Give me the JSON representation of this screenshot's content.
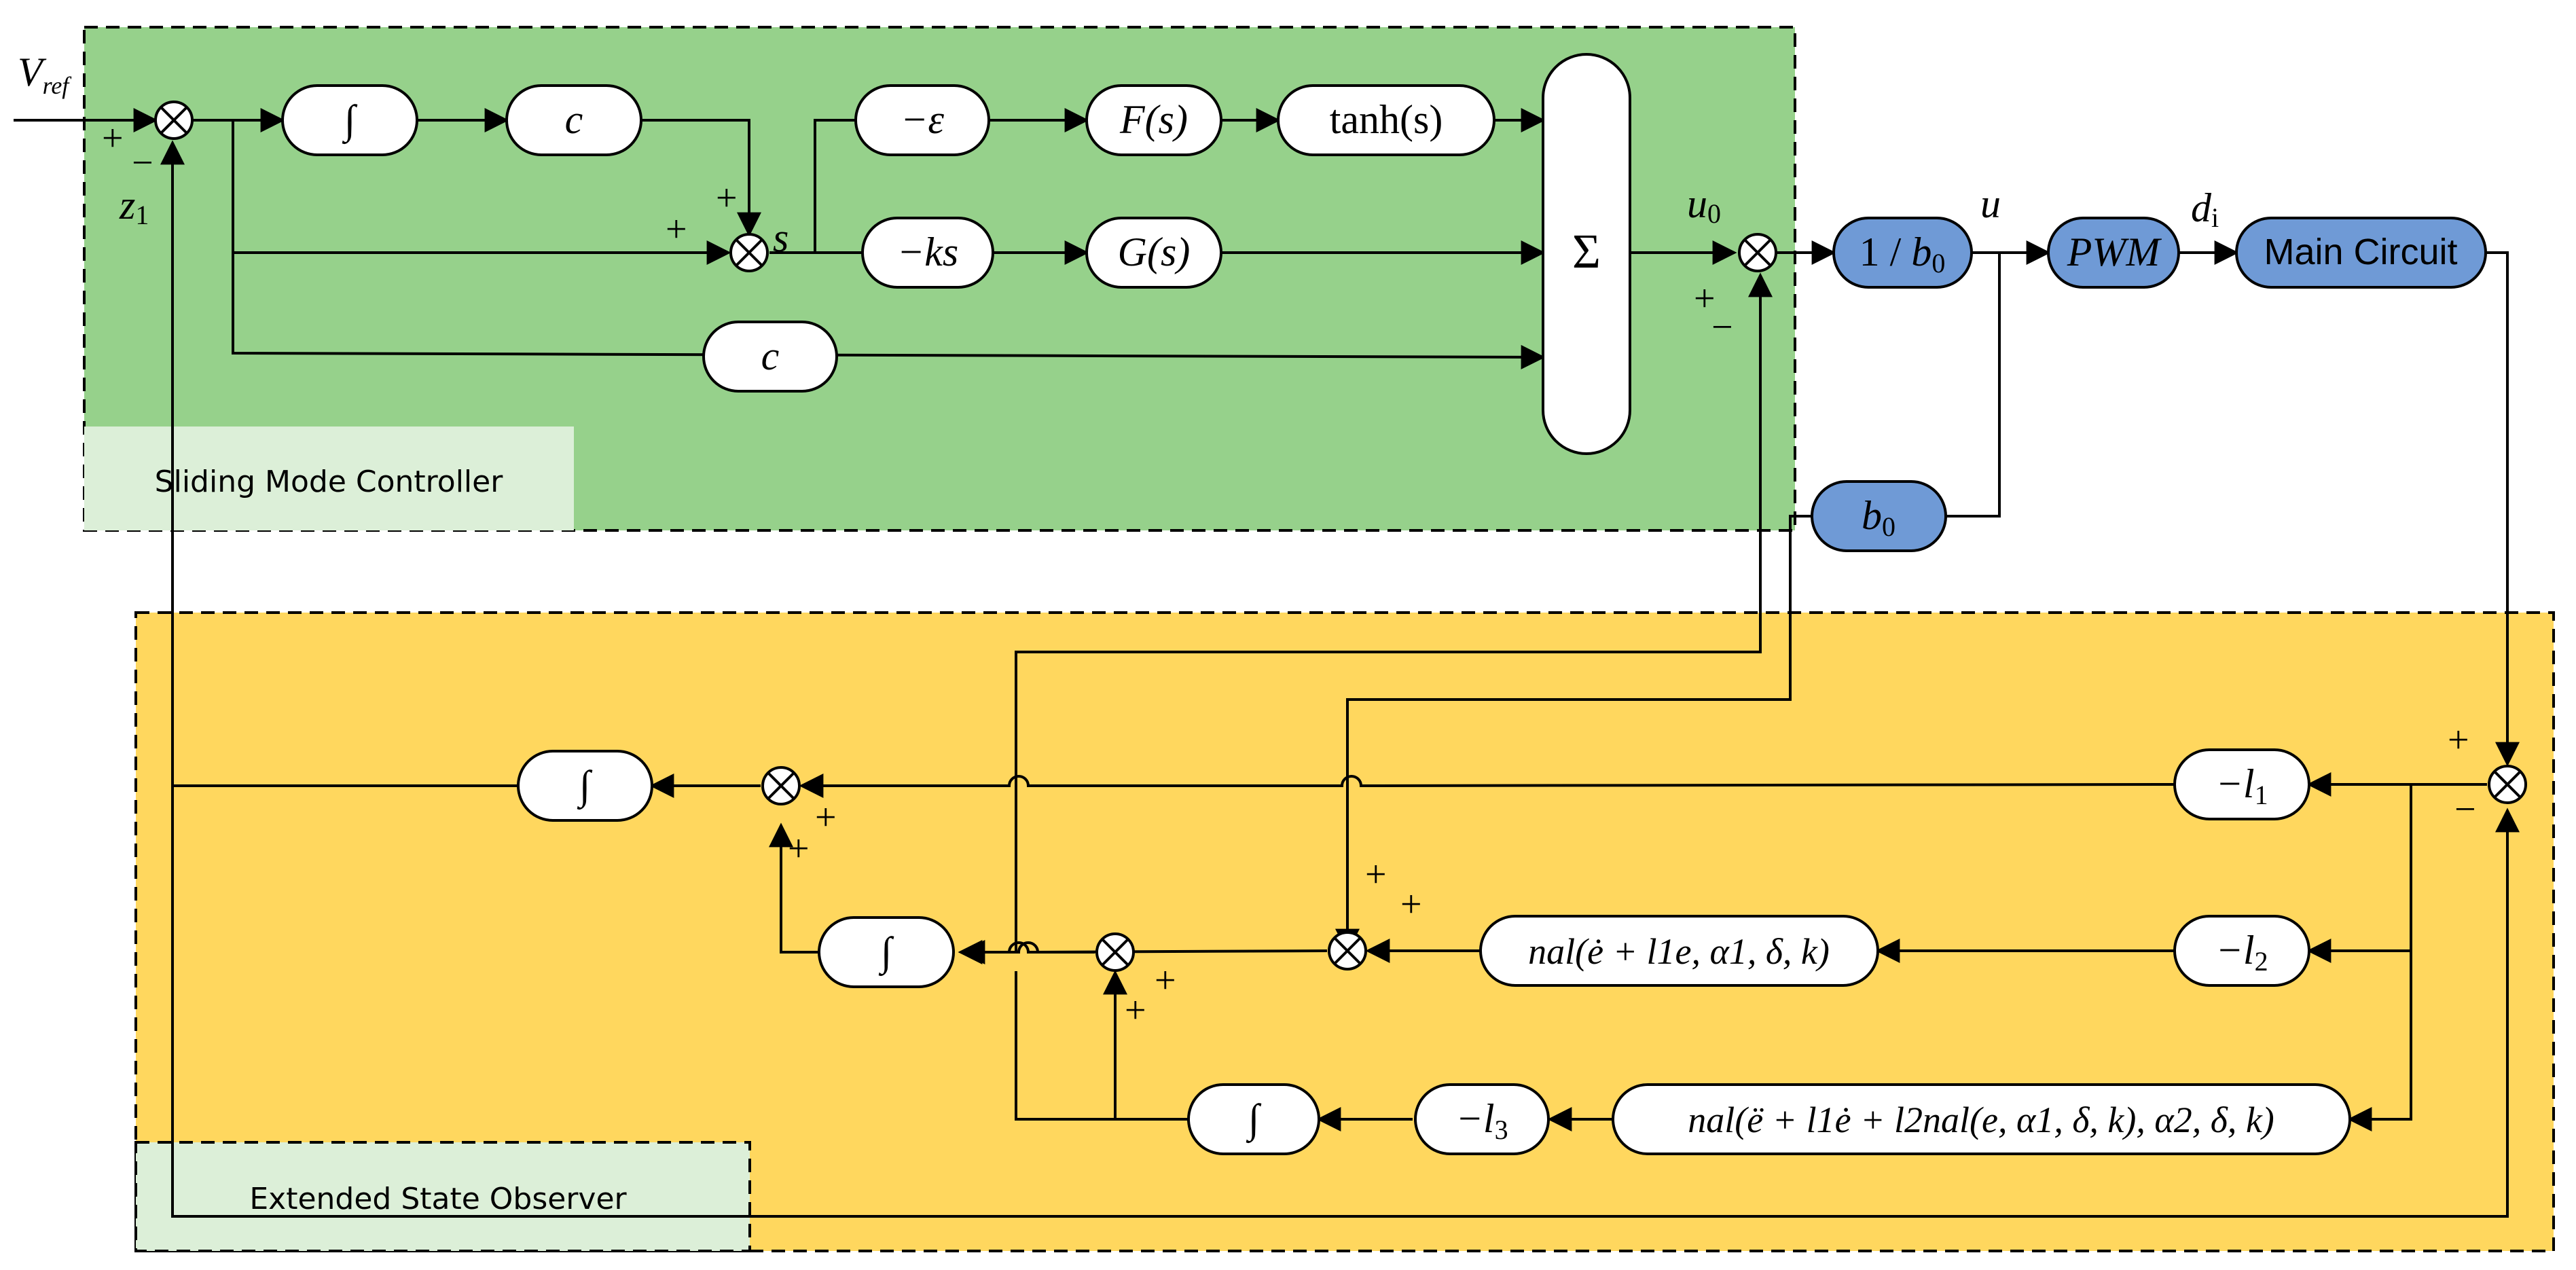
{
  "colors": {
    "smc_region": "#96D18B",
    "smc_label_bg": "#DCEFD8",
    "eso_region": "#FFD75E",
    "eso_label_bg": "#DCEFD8",
    "block_fill": "#FFFFFF",
    "blue_block_fill": "#6F9AD6",
    "stroke": "#000000"
  },
  "regions": {
    "smc": "Sliding Mode Controller",
    "eso": "Extended State Observer"
  },
  "signals": {
    "vref_main": "V",
    "vref_sub": "ref",
    "z1_main": "z",
    "z1_sub": "1",
    "s": "s",
    "u0_main": "u",
    "u0_sub": "0",
    "u": "u",
    "di_main": "d",
    "di_sub": "i"
  },
  "signs": {
    "plus": "+",
    "minus": "−"
  },
  "blocks": {
    "integrator": "∫",
    "c": "c",
    "neg_eps": "−ε",
    "F": "F(s)",
    "tanh": "tanh(s)",
    "neg_ks": "−ks",
    "G": "G(s)",
    "sigma": "Σ",
    "inv_b0_prefix": "1 / ",
    "b0_main": "b",
    "b0_sub": "0",
    "pwm": "PWM",
    "main_circuit": "Main Circuit",
    "neg_l_prefix": "−l",
    "l1_sub": "1",
    "l2_sub": "2",
    "l3_sub": "3",
    "nal1": "nal(ė + l1e, α1, δ, k)",
    "nal2": "nal(ë + l1ė + l2nal(e, α1, δ, k), α2, δ, k)"
  }
}
